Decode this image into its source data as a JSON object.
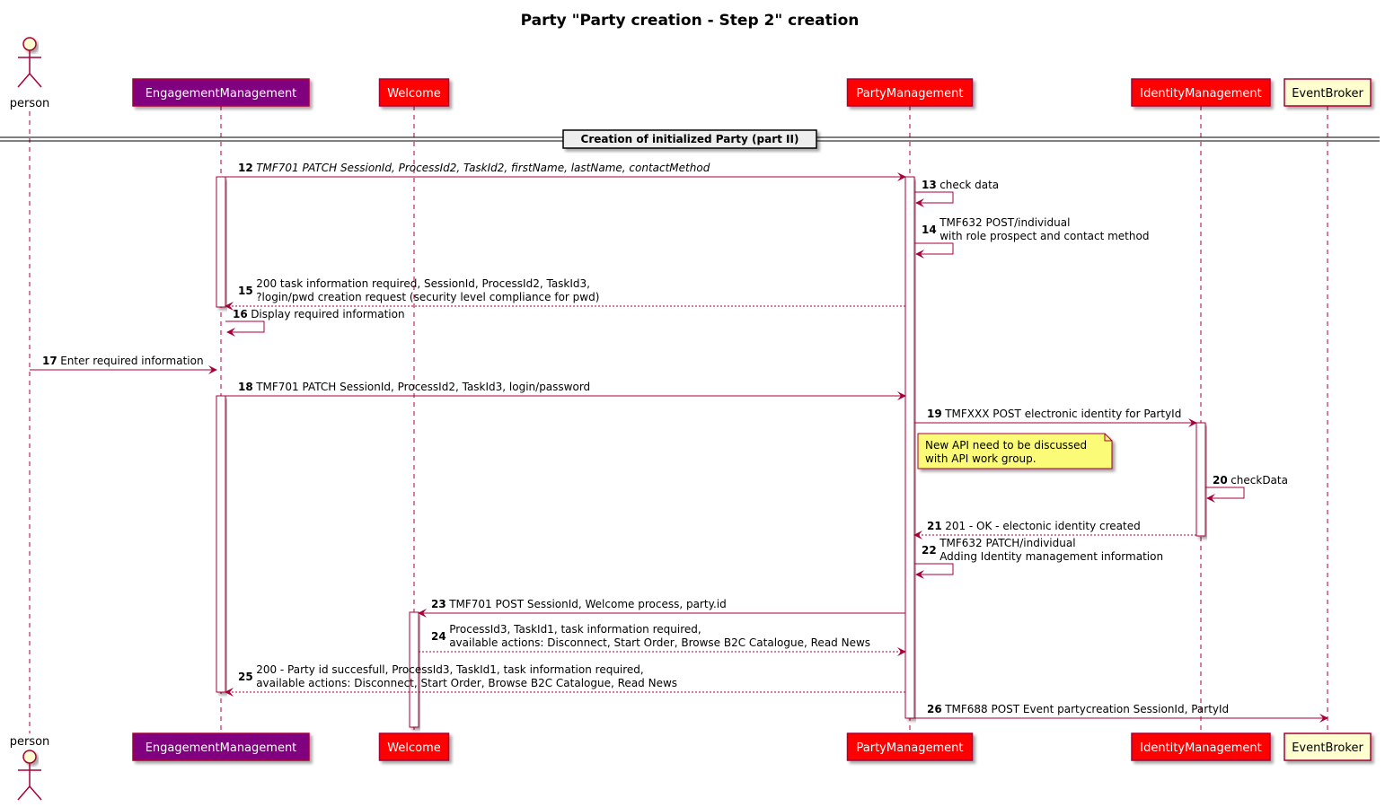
{
  "title": "Party \"Party creation -  Step 2\" creation",
  "colors": {
    "arrow": "#A80036",
    "purple": "#800080",
    "red": "#FF0000",
    "actor_fill": "#FEFECE",
    "note_fill": "#FBFB77"
  },
  "participants": [
    {
      "id": "person",
      "label": "person",
      "kind": "actor"
    },
    {
      "id": "em",
      "label": "EngagementManagement",
      "kind": "box",
      "color": "purple"
    },
    {
      "id": "wel",
      "label": "Welcome",
      "kind": "box",
      "color": "red"
    },
    {
      "id": "pm",
      "label": "PartyManagement",
      "kind": "box",
      "color": "red"
    },
    {
      "id": "im",
      "label": "IdentityManagement",
      "kind": "box",
      "color": "red"
    },
    {
      "id": "eb",
      "label": "EventBroker",
      "kind": "box",
      "color": "plain"
    }
  ],
  "group": {
    "label": "Creation of initialized Party (part II)"
  },
  "messages": [
    {
      "num": "12",
      "from": "em",
      "to": "pm",
      "dashed": false,
      "italic": true,
      "lines": [
        "TMF701 PATCH SessionId, ProcessId2, TaskId2, firstName, lastName, contactMethod"
      ]
    },
    {
      "num": "13",
      "from": "pm",
      "to": "pm",
      "dashed": false,
      "lines": [
        "check data"
      ]
    },
    {
      "num": "14",
      "from": "pm",
      "to": "pm",
      "dashed": false,
      "lines": [
        "TMF632 POST/individual",
        "with role prospect and contact method"
      ]
    },
    {
      "num": "15",
      "from": "pm",
      "to": "em",
      "dashed": true,
      "lines": [
        "200 task information required, SessionId, ProcessId2, TaskId3,",
        "?login/pwd creation request (security level compliance for pwd)"
      ]
    },
    {
      "num": "16",
      "from": "em",
      "to": "em",
      "dashed": false,
      "lines": [
        "Display required information"
      ]
    },
    {
      "num": "17",
      "from": "person",
      "to": "em",
      "dashed": false,
      "lines": [
        "Enter required information"
      ]
    },
    {
      "num": "18",
      "from": "em",
      "to": "pm",
      "dashed": false,
      "lines": [
        "TMF701 PATCH SessionId, ProcessId2, TaskId3, login/password"
      ]
    },
    {
      "num": "19",
      "from": "pm",
      "to": "im",
      "dashed": false,
      "lines": [
        "TMFXXX POST electronic identity for PartyId"
      ]
    },
    {
      "num": "20",
      "from": "im",
      "to": "im",
      "dashed": false,
      "lines": [
        "checkData"
      ]
    },
    {
      "num": "21",
      "from": "im",
      "to": "pm",
      "dashed": true,
      "lines": [
        "201 - OK - electonic identity created"
      ]
    },
    {
      "num": "22",
      "from": "pm",
      "to": "pm",
      "dashed": false,
      "lines": [
        "TMF632 PATCH/individual",
        "Adding Identity management information"
      ]
    },
    {
      "num": "23",
      "from": "pm",
      "to": "wel",
      "dashed": false,
      "lines": [
        "TMF701 POST  SessionId, Welcome process, party.id"
      ]
    },
    {
      "num": "24",
      "from": "wel",
      "to": "pm",
      "dashed": true,
      "lines": [
        "ProcessId3, TaskId1, task information required,",
        "available actions: Disconnect, Start Order, Browse B2C Catalogue, Read News"
      ]
    },
    {
      "num": "25",
      "from": "pm",
      "to": "em",
      "dashed": true,
      "lines": [
        "200 - Party id succesfull, ProcessId3, TaskId1, task information required,",
        "available actions: Disconnect, Start Order, Browse B2C Catalogue, Read News"
      ]
    },
    {
      "num": "26",
      "from": "pm",
      "to": "eb",
      "dashed": false,
      "lines": [
        "TMF688 POST Event partycreation SessionId, PartyId"
      ]
    }
  ],
  "note": {
    "lines": [
      "New API need to be discussed",
      "with API work group."
    ]
  }
}
